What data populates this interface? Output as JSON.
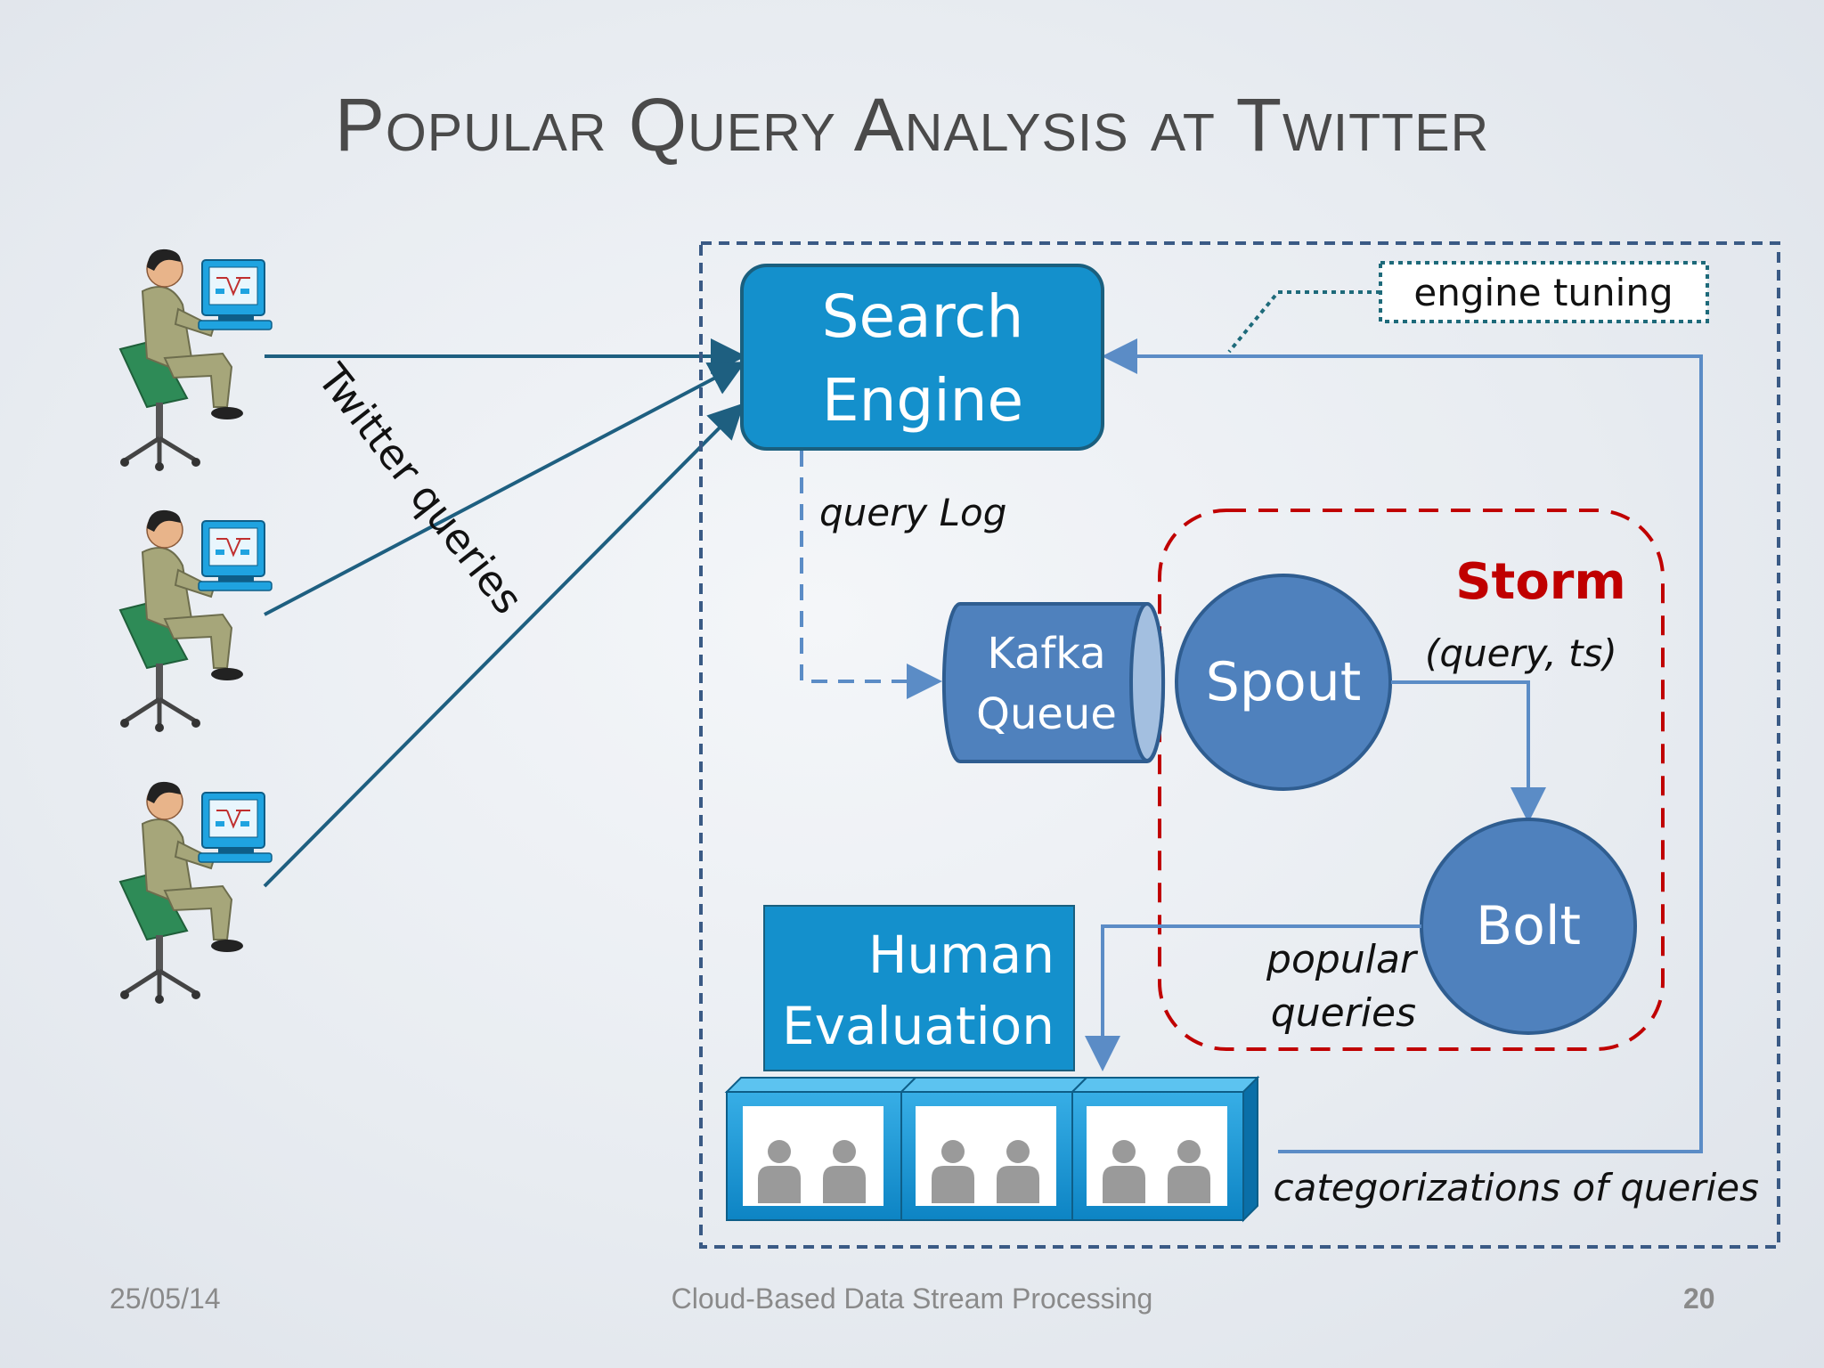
{
  "slide": {
    "title": "Popular Query Analysis at Twitter",
    "footer_date": "25/05/14",
    "footer_title": "Cloud-Based Data Stream Processing",
    "page_number": "20"
  },
  "diagram": {
    "twitter_queries_label": "Twitter queries",
    "search_engine": [
      "Search",
      "Engine"
    ],
    "query_log_label": "query Log",
    "engine_tuning_label": "engine tuning",
    "kafka_queue": [
      "Kafka",
      "Queue"
    ],
    "storm_label": "Storm",
    "spout_label": "Spout",
    "query_ts_label": "(query, ts)",
    "bolt_label": "Bolt",
    "popular_queries_label": [
      "popular",
      "queries"
    ],
    "human_evaluation": [
      "Human",
      "Evaluation"
    ],
    "categorizations_label": "categorizations of queries"
  },
  "colors": {
    "engine_fill": "#1490cc",
    "engine_border": "#1a5f7e",
    "node_fill": "#4f81bd",
    "node_border": "#2f5d90",
    "storm_red": "#c00000",
    "arrow_dark": "#1e5f80",
    "arrow_light": "#5b8cc6",
    "frame": "#3a5a85"
  },
  "icons": [
    "user-at-computer-icon",
    "people-icon"
  ]
}
